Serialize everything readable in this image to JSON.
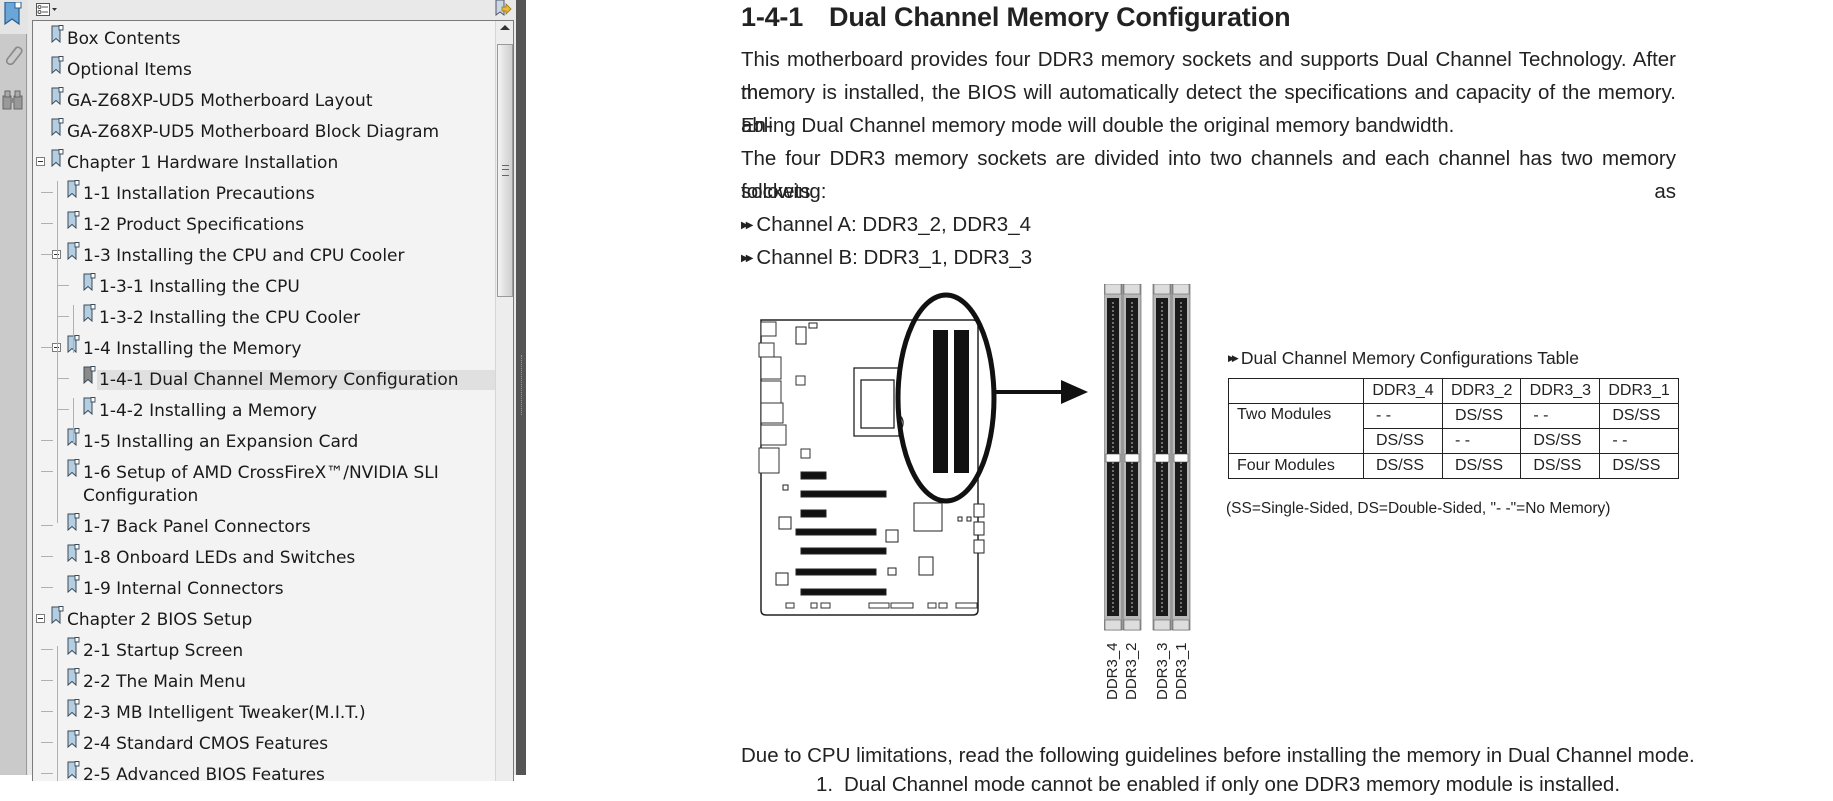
{
  "nav": {
    "rail_icons": [
      "bookmarks-icon",
      "attachments-icon",
      "search-binoculars-icon"
    ],
    "options_icon": "options-menu-icon",
    "expand_icon": "bookmark-find-icon",
    "items": [
      {
        "label": "Box Contents",
        "level": 0,
        "expander": false
      },
      {
        "label": "Optional Items",
        "level": 0,
        "expander": false
      },
      {
        "label": "GA-Z68XP-UD5 Motherboard Layout",
        "level": 0,
        "expander": false
      },
      {
        "label": "GA-Z68XP-UD5 Motherboard Block Diagram",
        "level": 0,
        "expander": false
      },
      {
        "label": "Chapter 1 Hardware Installation",
        "level": 0,
        "expander": true
      },
      {
        "label": "1-1 Installation Precautions",
        "level": 1,
        "expander": false
      },
      {
        "label": "1-2 Product Specifications",
        "level": 1,
        "expander": false
      },
      {
        "label": "1-3 Installing the CPU and CPU Cooler",
        "level": 1,
        "expander": true
      },
      {
        "label": "1-3-1 Installing the CPU",
        "level": 2,
        "expander": false
      },
      {
        "label": "1-3-2 Installing the CPU Cooler",
        "level": 2,
        "expander": false
      },
      {
        "label": "1-4 Installing the Memory",
        "level": 1,
        "expander": true
      },
      {
        "label": "1-4-1 Dual Channel Memory Configuration",
        "level": 2,
        "expander": false,
        "selected": true
      },
      {
        "label": "1-4-2 Installing a Memory",
        "level": 2,
        "expander": false
      },
      {
        "label": "1-5 Installing an Expansion Card",
        "level": 1,
        "expander": false
      },
      {
        "label": "1-6 Setup of AMD CrossFireX™/NVIDIA SLI",
        "label2": "Configuration",
        "level": 1,
        "expander": false
      },
      {
        "label": "1-7 Back Panel Connectors",
        "level": 1,
        "expander": false
      },
      {
        "label": "1-8 Onboard LEDs and Switches",
        "level": 1,
        "expander": false
      },
      {
        "label": "1-9 Internal Connectors",
        "level": 1,
        "expander": false
      },
      {
        "label": "Chapter 2 BIOS Setup",
        "level": 0,
        "expander": true
      },
      {
        "label": "2-1 Startup Screen",
        "level": 1,
        "expander": false
      },
      {
        "label": "2-2 The Main Menu",
        "level": 1,
        "expander": false
      },
      {
        "label": "2-3 MB Intelligent Tweaker(M.I.T.)",
        "level": 1,
        "expander": false
      },
      {
        "label": "2-4 Standard CMOS Features",
        "level": 1,
        "expander": false
      },
      {
        "label": "2-5 Advanced BIOS Features",
        "level": 1,
        "expander": false
      }
    ]
  },
  "doc": {
    "section_number": "1-4-1",
    "section_title": "Dual Channel Memory Configuration",
    "para1": [
      "This motherboard provides four DDR3 memory sockets and supports Dual Channel Technology. After the",
      "memory is installed, the BIOS will automatically detect the specifications and capacity of the memory. En-",
      "abling Dual Channel memory mode will double the original memory bandwidth."
    ],
    "para2": [
      "The four DDR3 memory sockets are divided into two channels and each channel has two memory sockets as",
      "following:"
    ],
    "channel_a": "Channel A: DDR3_2, DDR3_4",
    "channel_b": "Channel B: DDR3_1, DDR3_3",
    "slot_labels": [
      "DDR3_4",
      "DDR3_2",
      "DDR3_3",
      "DDR3_1"
    ],
    "table_title": "Dual Channel Memory Configurations Table",
    "table": {
      "headers": [
        "",
        "DDR3_4",
        "DDR3_2",
        "DDR3_3",
        "DDR3_1"
      ],
      "rows": [
        {
          "label": "Two Modules",
          "cells": [
            "- -",
            "DS/SS",
            "- -",
            "DS/SS"
          ]
        },
        {
          "label": "",
          "cells": [
            "DS/SS",
            "- -",
            "DS/SS",
            "- -"
          ]
        },
        {
          "label": "Four Modules",
          "cells": [
            "DS/SS",
            "DS/SS",
            "DS/SS",
            "DS/SS"
          ]
        }
      ]
    },
    "legend": "(SS=Single-Sided, DS=Double-Sided, \"- -\"=No Memory)",
    "para3": "Due to CPU limitations, read the following guidelines before installing the memory in Dual Channel mode.",
    "list_item_1_num": "1.",
    "list_item_1": "Dual Channel mode cannot be enabled if only one DDR3 memory module is installed."
  }
}
